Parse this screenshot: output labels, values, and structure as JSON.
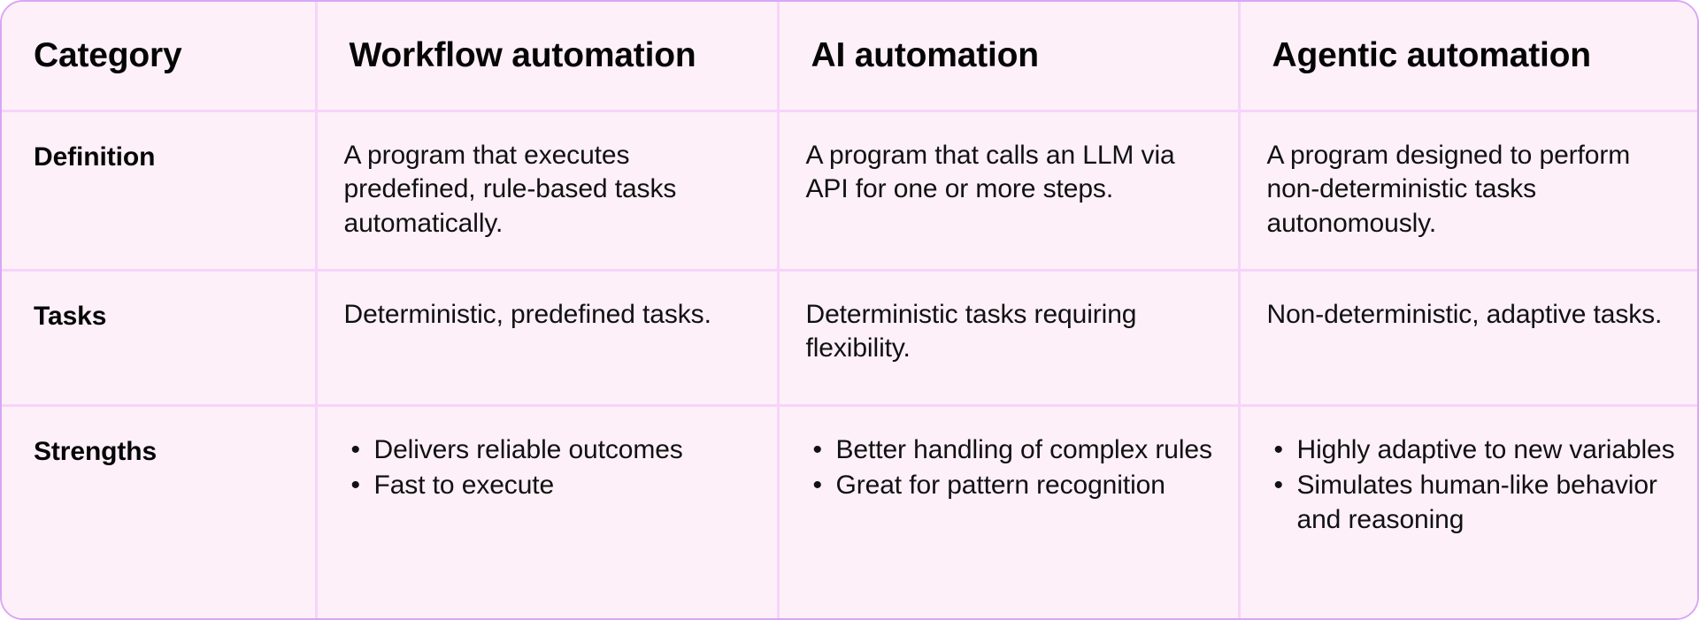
{
  "table": {
    "accent_border_color": "#d9a6f5",
    "grid_line_color": "#f6d4fb",
    "cell_background_color": "#fdf0f8",
    "text_color": "#050505",
    "headers": [
      "Category",
      "Workflow automation",
      "AI automation",
      "Agentic automation"
    ],
    "rows": [
      {
        "label": "Definition",
        "workflow": {
          "kind": "text",
          "text": "A program that executes predefined, rule-based tasks automatically."
        },
        "ai": {
          "kind": "text",
          "text": "A program that calls an LLM via API for one or more steps."
        },
        "agentic": {
          "kind": "text",
          "text": "A program designed to perform non-deterministic tasks autonomously."
        }
      },
      {
        "label": "Tasks",
        "workflow": {
          "kind": "text",
          "text": "Deterministic, predefined tasks."
        },
        "ai": {
          "kind": "text",
          "text": "Deterministic tasks requiring flexibility."
        },
        "agentic": {
          "kind": "text",
          "text": "Non-deterministic, adaptive tasks."
        }
      },
      {
        "label": "Strengths",
        "workflow": {
          "kind": "bullets",
          "items": [
            "Delivers reliable outcomes",
            "Fast to execute"
          ]
        },
        "ai": {
          "kind": "bullets",
          "items": [
            "Better handling of complex rules",
            "Great for pattern recognition"
          ]
        },
        "agentic": {
          "kind": "bullets",
          "items": [
            "Highly adaptive to new variables",
            " Simulates human-like behavior and reasoning"
          ]
        }
      }
    ]
  }
}
